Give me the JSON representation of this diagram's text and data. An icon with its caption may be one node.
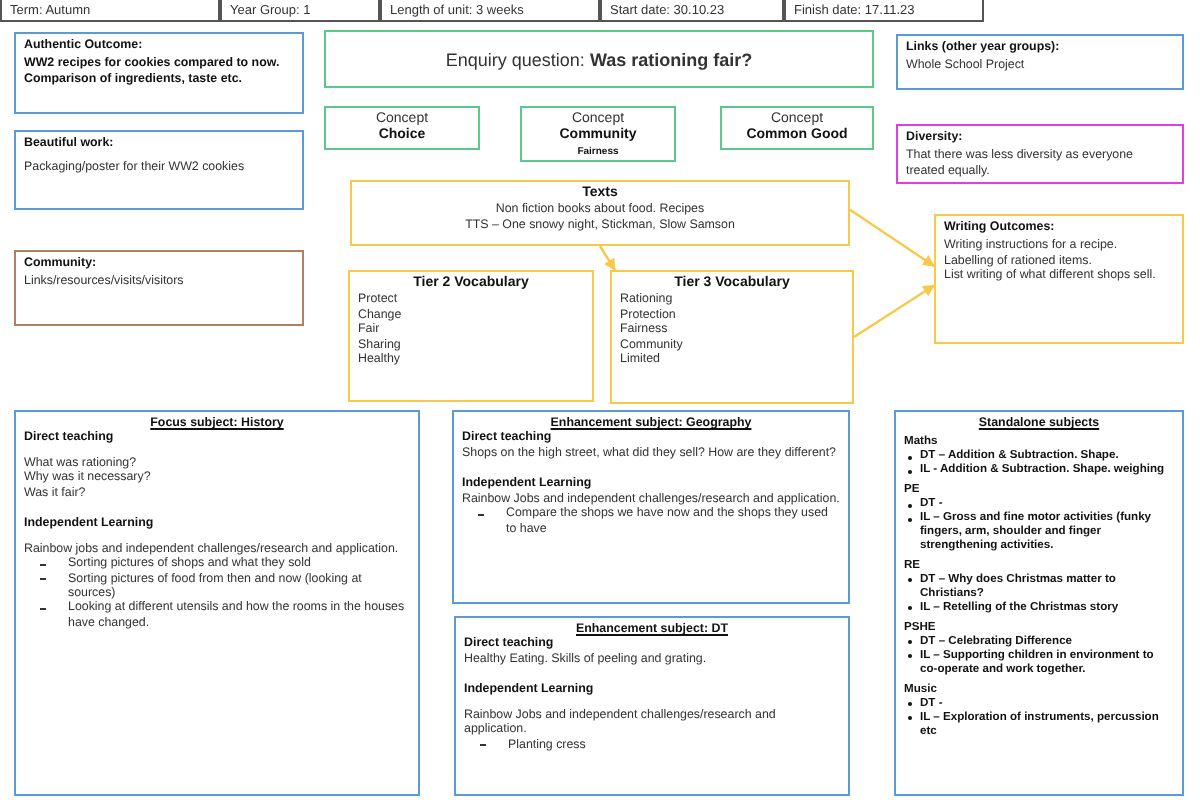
{
  "diagram": {
    "nodes": [
      {
        "text": [
          "Authentic Outcome:",
          "WW2 recipes for cookies compared to now. Comparison of ingredients, taste etc."
        ]
      },
      {
        "text": [
          "Enquiry question: **Was rationing fair?**"
        ]
      },
      {
        "text": [
          "Links (other year groups):",
          "Whole School Project"
        ]
      },
      {
        "text": [
          "Beautiful work:",
          "Packaging/poster for their WW2 cookies"
        ]
      },
      {
        "text": [
          "Concept",
          "Choice"
        ]
      },
      {
        "text": [
          "Concept",
          "Community",
          "Fairness"
        ]
      },
      {
        "text": [
          "Concept",
          "Common Good"
        ]
      },
      {
        "text": [
          "Diversity:",
          "That there was less diversity as everyone treated equally."
        ]
      },
      {
        "text": [
          "Texts",
          "Non fiction books about food.  Recipes",
          "TTS – One snowy night, Stickman, Slow Samson"
        ]
      },
      {
        "text": [
          "Community:",
          "Links/resources/visits/visitors"
        ]
      },
      {
        "text": [
          "Writing Outcomes:",
          "Writing instructions for a recipe.",
          "Labelling of rationed items.",
          "List writing of what different shops sell."
        ]
      },
      {
        "text": [
          "Tier 2 Vocabulary",
          "Protect",
          "Change",
          "Fair",
          "Sharing",
          "Healthy"
        ]
      },
      {
        "text": [
          "Tier 3 Vocabulary",
          "Rationing",
          "Protection",
          "Fairness",
          "Community",
          "Limited"
        ]
      },
      {
        "text": [
          "Focus subject: History",
          "Direct teaching",
          "What was rationing?",
          "Why was it necessary?",
          "Was it fair?",
          "Independent Learning",
          "Rainbow jobs and independent challenges/research and application.",
          "Sorting pictures of shops and what they sold",
          "Sorting pictures of food from then and now (looking at sources)",
          "Looking at different utensils and how the rooms in the houses have changed."
        ]
      },
      {
        "text": [
          "Enhancement subject: Geography",
          "Direct teaching",
          "Shops on the high street, what did they sell? How are they different?",
          "Independent Learning",
          "Rainbow Jobs and independent challenges/research and application.",
          "Compare the shops we have now and the shops they used to have"
        ]
      },
      {
        "text": [
          "Standalone subjects",
          "Maths",
          "DT – Addition & Subtraction.  Shape.",
          "IL - Addition & Subtraction.  Shape. weighing",
          "PE",
          "DT -",
          "IL – Gross and fine motor activities (funky fingers, arm, shoulder and finger strengthening activities.",
          "RE",
          "DT – Why does Christmas matter to Christians?",
          "IL – Retelling of the Christmas story",
          "PSHE",
          "DT – Celebrating Difference",
          "IL – Supporting children in environment to co-operate and work together.",
          "Music",
          "DT -",
          "IL – Exploration of instruments, percussion etc"
        ]
      },
      {
        "text": [
          "Enhancement subject: DT",
          "Direct teaching",
          "Healthy Eating. Skills of peeling and grating.",
          "Independent Learning",
          "Rainbow Jobs and independent challenges/research and application.",
          "Planting cress"
        ]
      }
    ],
    "edges": [
      {
        "from": 8,
        "to": 12,
        "arrow": "to"
      },
      {
        "from": 8,
        "to": 10,
        "arrow": "to"
      },
      {
        "from": 12,
        "to": 10,
        "arrow": "to"
      }
    ],
    "labels": [
      "Term: Autumn",
      "Year Group: 1",
      "Length of unit: 3 weeks",
      "Start date: 30.10.23",
      "Finish date: 17.11.23"
    ]
  }
}
